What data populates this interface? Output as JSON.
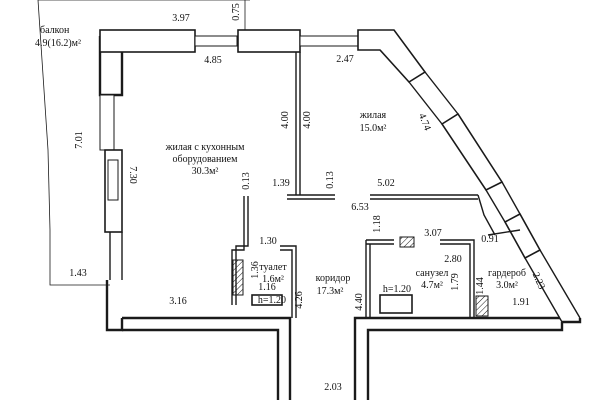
{
  "rooms": {
    "balcony": {
      "name": "балкон",
      "area": "4.9(16.2)м²"
    },
    "living_kitchen": {
      "name_line1": "жилая с кухонным",
      "name_line2": "оборудованием",
      "area": "30.3м²"
    },
    "living": {
      "name": "жилая",
      "area": "15.0м²"
    },
    "toilet": {
      "name": "туалет",
      "area": "1.6м²"
    },
    "corridor": {
      "name": "коридор",
      "area": "17.3м²"
    },
    "bathroom": {
      "name": "санузел",
      "area": "4.7м²"
    },
    "wardrobe": {
      "name": "гардероб",
      "area": "3.0м²"
    }
  },
  "dimensions": {
    "d_3_97": "3.97",
    "d_0_75": "0.75",
    "d_4_85": "4.85",
    "d_2_47": "2.47",
    "d_4_74": "4.74",
    "d_4_00_a": "4.00",
    "d_4_00_b": "4.00",
    "d_7_01": "7.01",
    "d_7_30": "7.30",
    "d_0_13_a": "0.13",
    "d_0_13_b": "0.13",
    "d_1_39": "1.39",
    "d_5_02": "5.02",
    "d_6_53": "6.53",
    "d_1_18": "1.18",
    "d_3_07": "3.07",
    "d_0_91": "0.91",
    "d_1_30": "1.30",
    "d_2_80": "2.80",
    "d_1_36": "1.36",
    "d_1_16": "1.16",
    "d_h120_a": "h=1.20",
    "d_h120_b": "h=1.20",
    "d_1_43": "1.43",
    "d_3_16": "3.16",
    "d_4_26": "4.26",
    "d_4_40": "4.40",
    "d_1_79": "1.79",
    "d_1_44": "1.44",
    "d_2_23": "2.23",
    "d_1_91": "1.91",
    "d_2_03": "2.03"
  }
}
